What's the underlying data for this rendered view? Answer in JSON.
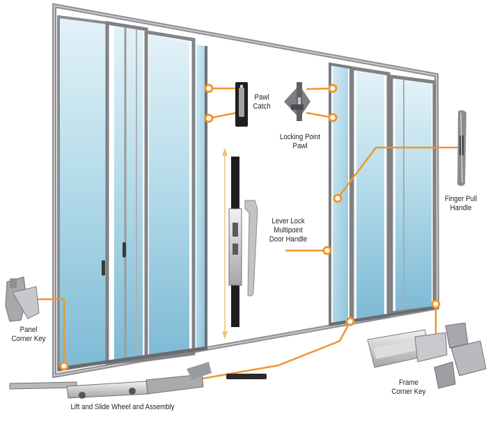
{
  "labels": {
    "pawl_catch": [
      "Pawl",
      "Catch"
    ],
    "locking_point_pawl": [
      "Locking Point",
      "Pawl"
    ],
    "finger_pull_handle": [
      "Finger Pull",
      "Handle"
    ],
    "lever_lock": [
      "Lever Lock",
      "Multipoint",
      "Door Handle"
    ],
    "panel_corner_key": [
      "Panel",
      "Corner Key"
    ],
    "frame_corner_key": [
      "Frame",
      "Corner Key"
    ],
    "lift_slide_wheel": [
      "Lift and Slide Wheel and Assembly"
    ]
  },
  "colors": {
    "callout": "#f0962a",
    "frame": "#8e8e92",
    "frame_dark": "#5d5d62",
    "glass_top": "#dff0f7",
    "glass_bottom": "#8ac4dc",
    "hardware": "#b9bcbf",
    "hardware_dark": "#2b2b2b"
  }
}
